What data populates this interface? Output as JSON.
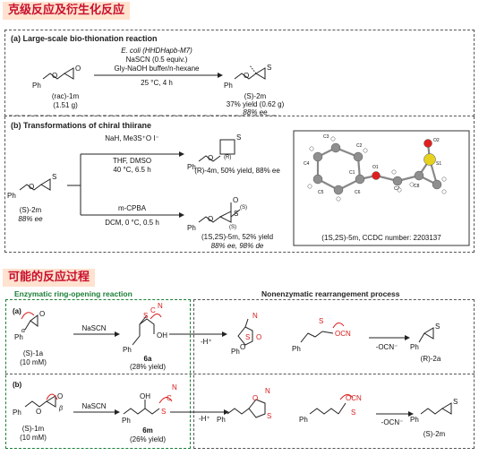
{
  "header1": "克级反应及衍生化反应",
  "header2": "可能的反应过程",
  "sectionA": {
    "title": "(a) Large-scale bio-thionation reaction",
    "reagent1": "E. coli (HHDHapb-M7)",
    "reagent2": "NaSCN (0.5 equiv.)",
    "reagent3": "Gly-NaOH buffer/n-hexane",
    "conditions": "25 °C, 4 h",
    "sm_label": "(rac)-1m",
    "sm_amount": "(1.51 g)",
    "sm_ph": "Ph",
    "prod_label": "(S)-2m",
    "prod_yield": "37% yield (0.62 g)",
    "prod_ee": "88% ee"
  },
  "sectionB": {
    "title": "(b) Transformations of chiral thiirane",
    "sm_ph": "Ph",
    "sm_label": "(S)-2m",
    "sm_ee": "88% ee",
    "top_reagent1": "NaH, Me3S⁺O I⁻",
    "top_reagent2": "THF, DMSO",
    "top_conditions": "40 °C, 6.5 h",
    "top_prod_ph": "Ph",
    "top_prod_label": "(R)-4m, 50% yield, 88% ee",
    "top_prod_stereo": "(R)",
    "bot_reagent1": "m-CPBA",
    "bot_reagent2": "DCM, 0 °C, 0.5 h",
    "bot_prod_ph": "Ph",
    "bot_prod_label": "(1S,2S)-5m, 52% yield",
    "bot_prod_sel": "88% ee, 98% de",
    "bot_stereo1": "(S)",
    "bot_stereo2": "(S)",
    "xray_caption": "(1S,2S)-5m, CCDC number: 2203137",
    "xray_atoms": [
      "C3",
      "C2",
      "C4",
      "C1",
      "C5",
      "C6",
      "O1",
      "C7",
      "C8",
      "S1",
      "O2"
    ]
  },
  "mechanism": {
    "enzymatic_title": "Enzymatic ring-opening reaction",
    "nonenzymatic_title": "Nonenzymatic rearrangement process",
    "rowA": {
      "tag": "(a)",
      "sm_ph": "Ph",
      "sm_label": "(S)-1a",
      "sm_conc": "(10 mM)",
      "alpha": "α",
      "reagent": "NaSCN",
      "int_label": "6a",
      "int_yield": "(28% yield)",
      "int_ph": "Ph",
      "int_groups": [
        "S",
        "C",
        "N",
        "OH"
      ],
      "arrow2": "-H⁺",
      "cyc_groups": [
        "S",
        "O",
        "N",
        "O"
      ],
      "cyc_ph": "Ph",
      "open_groups": [
        "S",
        "OCN"
      ],
      "open_ph": "Ph",
      "arrow4": "-OCN⁻",
      "prod_label": "(R)-2a",
      "prod_ph": "Ph",
      "prod_s": "S"
    },
    "rowB": {
      "tag": "(b)",
      "sm_ph": "Ph",
      "sm_label": "(S)-1m",
      "sm_conc": "(10 mM)",
      "beta": "β",
      "reagent": "NaSCN",
      "int_label": "6m",
      "int_yield": "(26% yield)",
      "int_ph": "Ph",
      "int_groups": [
        "OH",
        "S",
        "C",
        "N"
      ],
      "arrow2": "-H⁺",
      "cyc_groups": [
        "O",
        "N",
        "S"
      ],
      "cyc_ph": "Ph",
      "open_groups": [
        "OCN",
        "S"
      ],
      "open_ph": "Ph",
      "arrow4": "-OCN⁻",
      "prod_label": "(S)-2m",
      "prod_ph": "Ph",
      "prod_s": "S"
    }
  },
  "colors": {
    "header_bg": "#ffe2cf",
    "header_text": "#c8102e",
    "red": "#d81b1b",
    "green": "#1a7f37",
    "sulfur": "#e6d21e",
    "oxygen": "#e02020"
  }
}
